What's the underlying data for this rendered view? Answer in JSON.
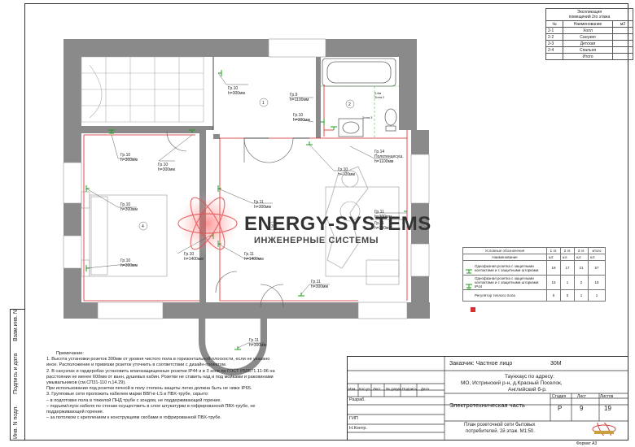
{
  "explication": {
    "title_line1": "Экспликация",
    "title_line2": "помещений 2го этажа",
    "col_num": "№",
    "col_name": "Наименование",
    "col_area": "м2",
    "rows": [
      {
        "num": "2-1",
        "name": "Холл"
      },
      {
        "num": "2-2",
        "name": "Санузел"
      },
      {
        "num": "2-3",
        "name": "Детская"
      },
      {
        "num": "2-4",
        "name": "Спальня"
      },
      {
        "num": "",
        "name": "Итого"
      }
    ]
  },
  "room_tags": [
    {
      "text": "Гр.10",
      "text2": "h=300мм"
    },
    {
      "text": "Гр.9",
      "text2": "h=1100мм"
    },
    {
      "text": "Гр.10",
      "text2": "h=300мм"
    },
    {
      "text": "Гр.10",
      "text2": "h=300мм"
    },
    {
      "text": "Гр.10",
      "text2": "h=300мм"
    },
    {
      "text": "Гр.14",
      "text2": "Полотенцесуш.",
      "text3": "h=1100мм"
    },
    {
      "text": "Гр.10",
      "text2": "h=300мм"
    },
    {
      "text": "Гр.11",
      "text2": "h=300мм"
    },
    {
      "text": "Гр.10",
      "text2": "h=300мм"
    },
    {
      "text": "Гр.11",
      "text2": "h=300мм"
    },
    {
      "text": "Гр.11",
      "text2": "h=300мм"
    },
    {
      "text": "Гр.10",
      "text2": "h=1400мм"
    },
    {
      "text": "Гр.11",
      "text2": "h=1400мм"
    },
    {
      "text": "Гр.10",
      "text2": "h=300мм"
    },
    {
      "text": "Гр.11",
      "text2": "h=300мм"
    },
    {
      "text": "Гр.11",
      "text2": "h=300мм"
    }
  ],
  "room_numbers": [
    "1",
    "2",
    "3",
    "4"
  ],
  "zone_labels": {
    "zone2": "0,6м\nЗона 2",
    "zone3": "Зона 3"
  },
  "legend": {
    "title": "Условные обозначения",
    "col_1": "1 эт.",
    "col_2": "2 эт.",
    "col_3": "3 эт.",
    "col_total": "итого",
    "name_header": "Наименование",
    "unit": "шт.",
    "rows": [
      {
        "name": "Однофазная розетка с защитными контактами и с защитными шторками",
        "v1": "19",
        "v2": "17",
        "v3": "21",
        "total": "57"
      },
      {
        "name": "Однофазная розетка с защитными контактами и с защитными шторками IP44",
        "v1": "15",
        "v2": "1",
        "v3": "2",
        "total": "18"
      },
      {
        "name": "Регулятор теплого пола",
        "v1": "0",
        "v2": "0",
        "v3": "1",
        "total": "1"
      }
    ]
  },
  "watermark": {
    "line1": "ENERGY-SYSTEMS",
    "line2": "ИНЖЕНЕРНЫЕ СИСТЕМЫ"
  },
  "notes": {
    "header": "Примечание:",
    "lines": [
      "1. Высота установки розеток 300мм от уровня чистого пола в горизонтальной плоскости, если не указано",
      "иное. Расположение и привязки розеток уточнить в соответствии с дизайн-проектом.",
      "2. В санузлах и гардеробах установить влагозащищенные розетки IP44 и в 3 зоне по ГОСТ Р50571.11-96 на",
      "расстоянии не менее 600мм от ванн, душевых кабин. Розетки не ставить над и под мойками и раковинами",
      "умывальников (см.СП31-110 п.14.29).",
      "При использовании под розетки печной в полу степень защиты легко должна быть не ниже IP65.",
      "3. Групповые сети проложить кабелем марки ВВГнг-LS в ПВХ-трубе, скрыто:",
      "–   в подготовке пола в тяжелой ПНД трубе с зондом, не поддерживающей горение.",
      "–   подъем/спуск кабеля по стенам осуществить в слое штукатурки в гофрированной ПВХ-трубе, не",
      "поддерживающей горение.",
      "–   за потолком с креплением к конструкциям скобами в гофрированной ПВХ-трубе."
    ]
  },
  "stamp": {
    "customer_label": "Заказчик: Частное лицо",
    "code": "30М",
    "address_1": "Таунхаус по адресу:",
    "address_2": "МО, Истринский р-н, д.Красный Поселок,",
    "address_3": "Английский б-р.",
    "headers": [
      "Изм.",
      "Кол.уч",
      "Лист",
      "№ докум.",
      "Подпись",
      "Дата"
    ],
    "razrab": "Разраб.",
    "gip": "ГИП",
    "nkontr": "Н.Контр.",
    "section": "Электротехническая часть",
    "stage_label": "Стадия",
    "sheet_label": "Лист",
    "sheets_label": "Листов",
    "stage": "Р",
    "sheet": "9",
    "sheets": "19",
    "plan_title_1": "План розеточной сети бытовых",
    "plan_title_2": "потребителей. 2й этаж. М1:50.",
    "format": "Формат А3"
  },
  "side_strip": {
    "inv_orig": "Инв. N подл.",
    "sign_date": "Подпись и дата",
    "replace_inv": "Взам.инв. N"
  },
  "colors": {
    "wall": "#8a8a8a",
    "cable": "#d42020",
    "socket": "#1aa01a",
    "heat": "#d83030"
  }
}
